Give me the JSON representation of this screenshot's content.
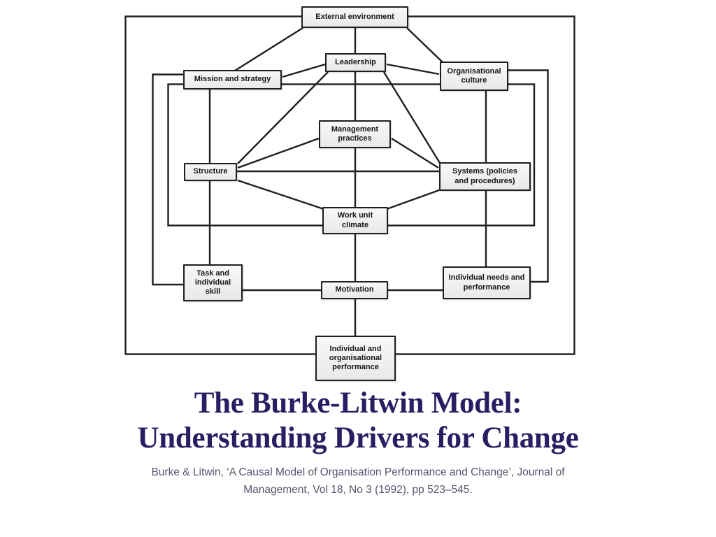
{
  "slide": {
    "title_line1": "The Burke-Litwin Model:",
    "title_line2": "Understanding Drivers for Change",
    "citation_line1": "Burke & Litwin, ‘A Causal Model of Organisation Performance and Change’, Journal of",
    "citation_line2": "Management, Vol 18, No 3 (1992), pp 523–545.",
    "title_color": "#281f63",
    "citation_color": "#56546f"
  },
  "diagram": {
    "line_color": "#1f1f1f",
    "box_fill": "#efefef",
    "nodes": {
      "external_environment": "External environment",
      "leadership": "Leadership",
      "mission_strategy": "Mission and strategy",
      "organisational_culture": "Organisational culture",
      "management_practices": "Management practices",
      "structure": "Structure",
      "systems": "Systems (policies and procedures)",
      "work_unit_climate": "Work unit climate",
      "task_individual_skill": "Task and individual skill",
      "motivation": "Motivation",
      "individual_needs": "Individual needs and performance",
      "individual_org_performance": "Individual and organisational performance"
    }
  }
}
